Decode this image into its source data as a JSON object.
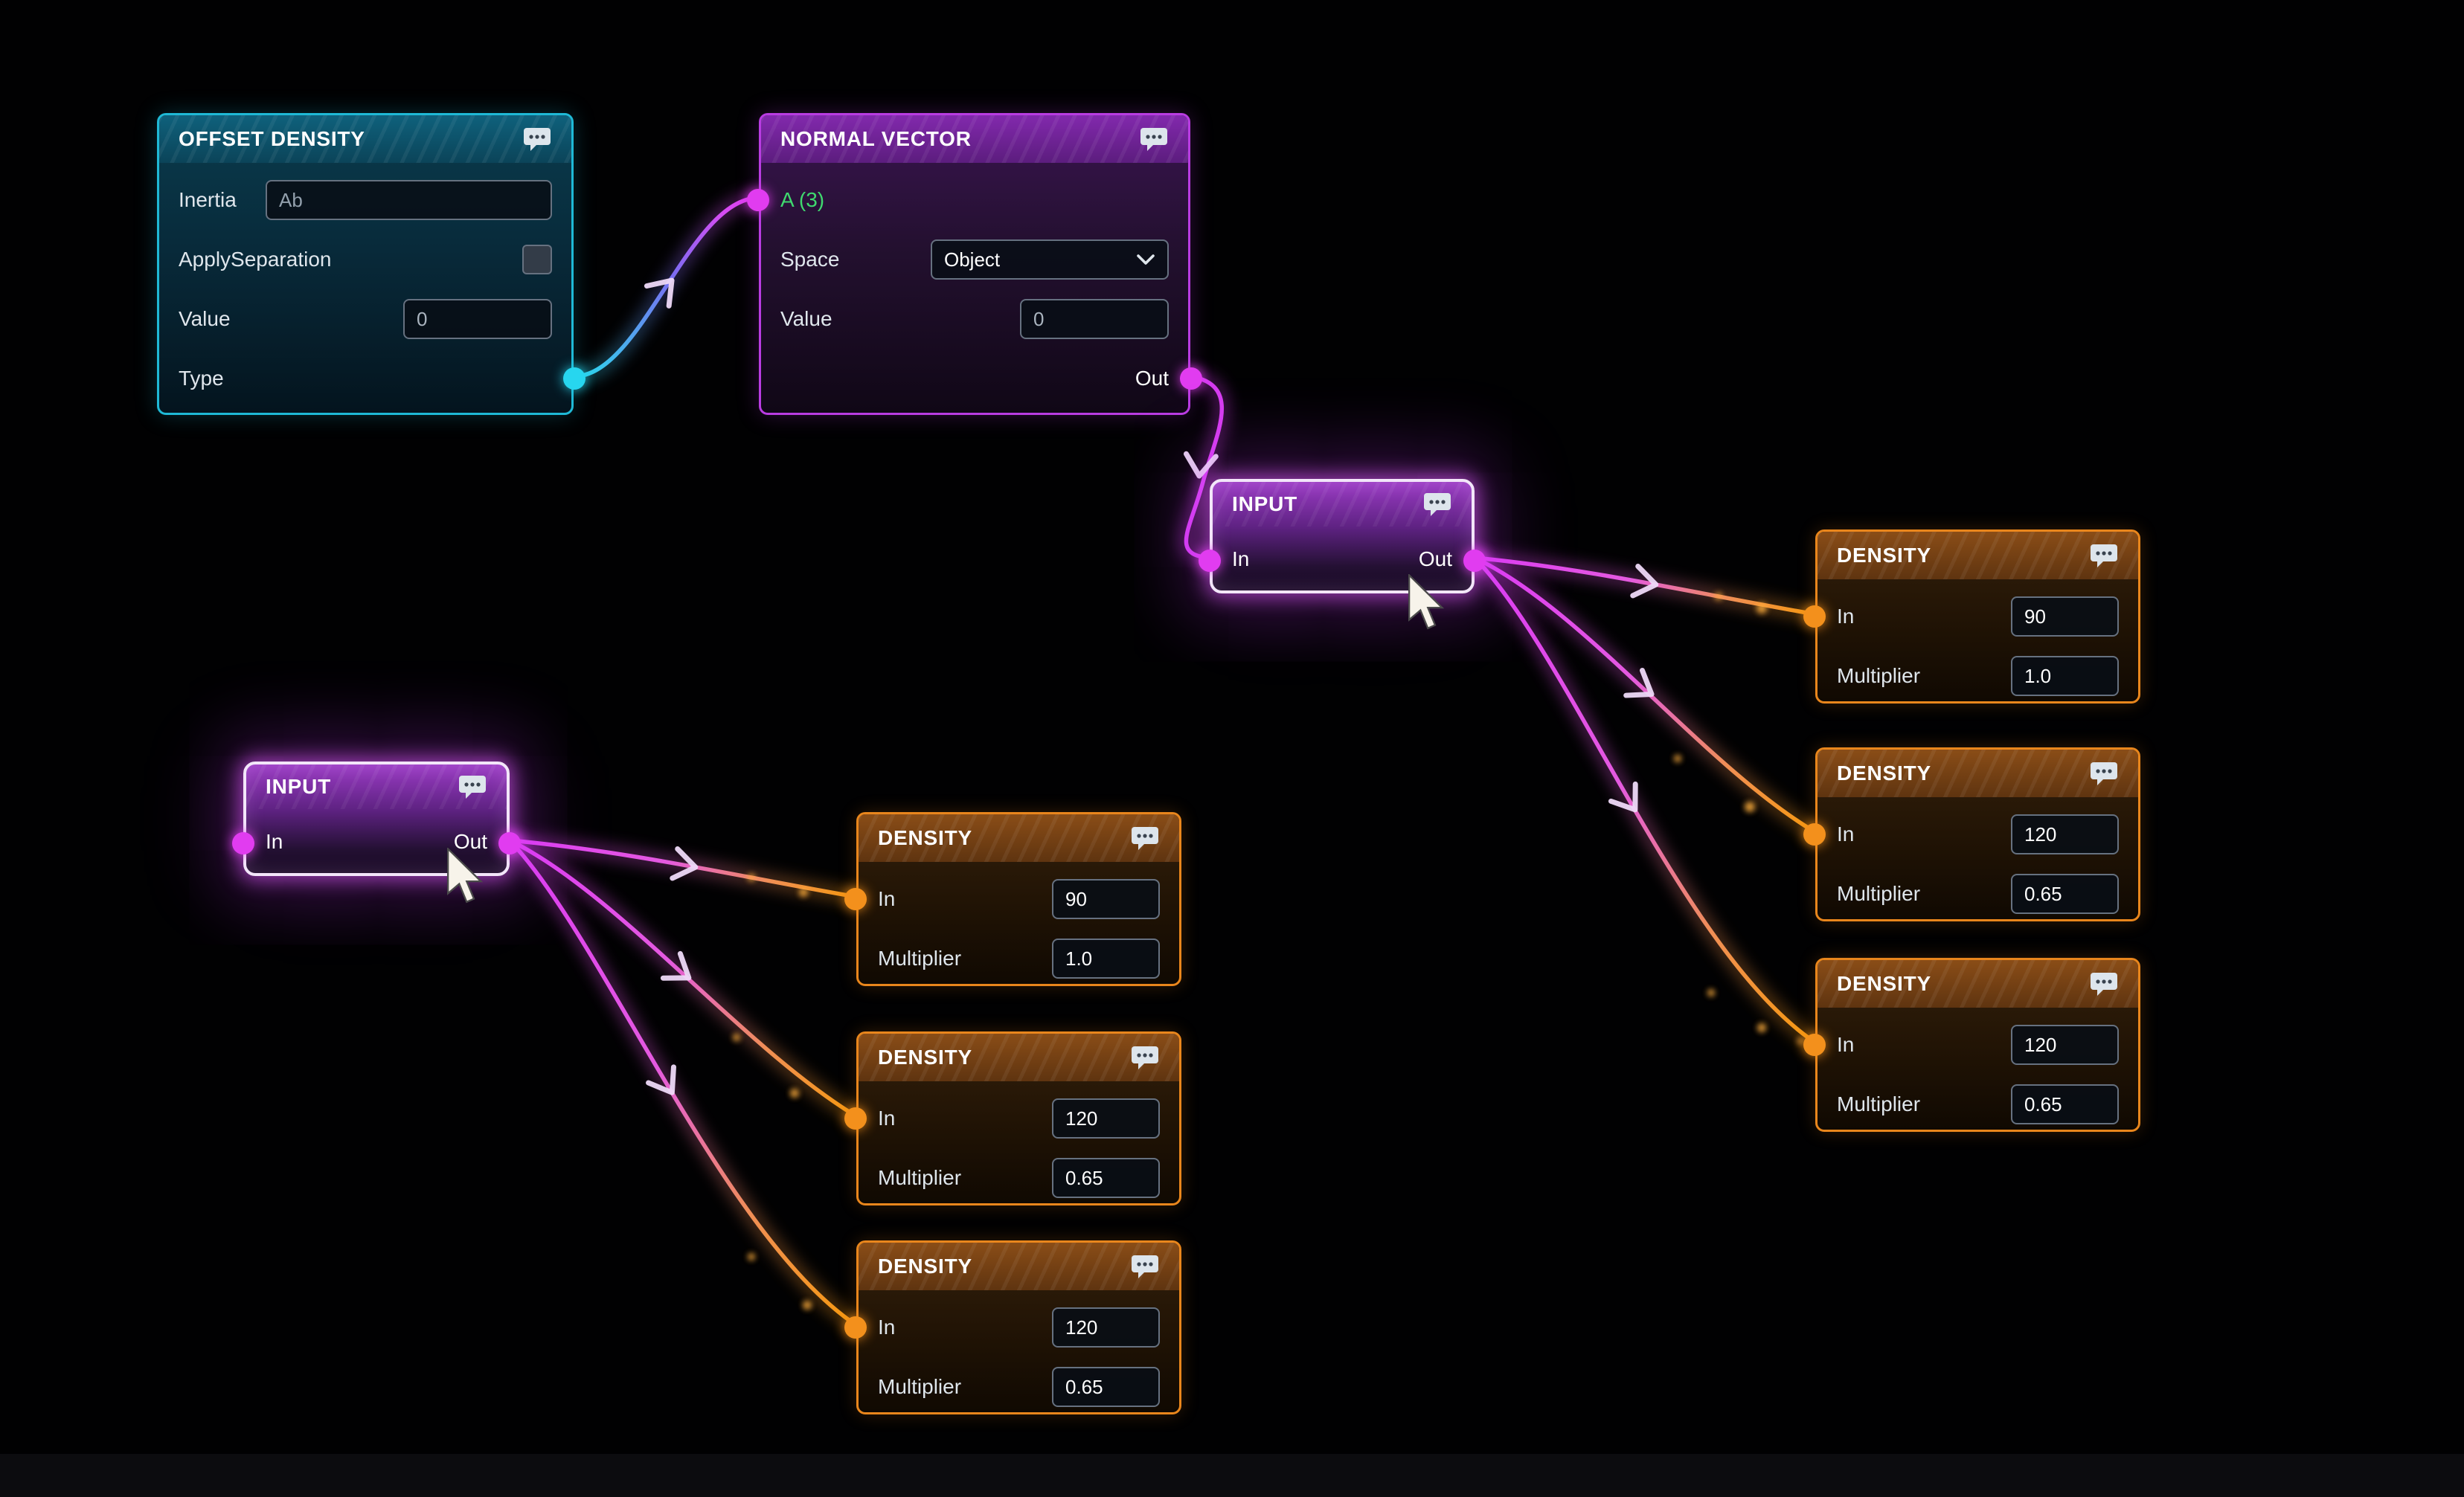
{
  "canvas": {
    "bg": "#010102"
  },
  "colors": {
    "teal_accent": "#1fb9d6",
    "purple_accent": "#b93ce2",
    "orange_accent": "#e9861c",
    "cyan_port": "#27d6ef",
    "magenta_port": "#e13cf0",
    "orange_port": "#f3901c",
    "green_label": "#3fd96f",
    "wire_cyan": "#2bd9ec",
    "wire_magenta": "#dd3df2",
    "wire_orange": "#f6990f"
  },
  "nodes": {
    "offset_density": {
      "title": "OFFSET DENSITY",
      "inertia": {
        "label": "Inertia",
        "placeholder": "Ab"
      },
      "apply_separation": {
        "label": "ApplySeparation",
        "checked": false
      },
      "value": {
        "label": "Value",
        "value": "0"
      },
      "type": {
        "label": "Type"
      }
    },
    "normal_vector": {
      "title": "NORMAL VECTOR",
      "a_input": {
        "label": "A (3)"
      },
      "space": {
        "label": "Space",
        "value": "Object"
      },
      "value": {
        "label": "Value",
        "value": "0"
      },
      "out": {
        "label": "Out"
      }
    },
    "input_upper": {
      "title": "INPUT",
      "in_label": "In",
      "out_label": "Out"
    },
    "input_lower": {
      "title": "INPUT",
      "in_label": "In",
      "out_label": "Out"
    },
    "density_right": [
      {
        "title": "DENSITY",
        "in_label": "In",
        "in_value": "90",
        "mult_label": "Multiplier",
        "mult_value": "1.0"
      },
      {
        "title": "DENSITY",
        "in_label": "In",
        "in_value": "120",
        "mult_label": "Multiplier",
        "mult_value": "0.65"
      },
      {
        "title": "DENSITY",
        "in_label": "In",
        "in_value": "120",
        "mult_label": "Multiplier",
        "mult_value": "0.65"
      }
    ],
    "density_left": [
      {
        "title": "DENSITY",
        "in_label": "In",
        "in_value": "90",
        "mult_label": "Multiplier",
        "mult_value": "1.0"
      },
      {
        "title": "DENSITY",
        "in_label": "In",
        "in_value": "120",
        "mult_label": "Multiplier",
        "mult_value": "0.65"
      },
      {
        "title": "DENSITY",
        "in_label": "In",
        "in_value": "120",
        "mult_label": "Multiplier",
        "mult_value": "0.65"
      }
    ]
  }
}
